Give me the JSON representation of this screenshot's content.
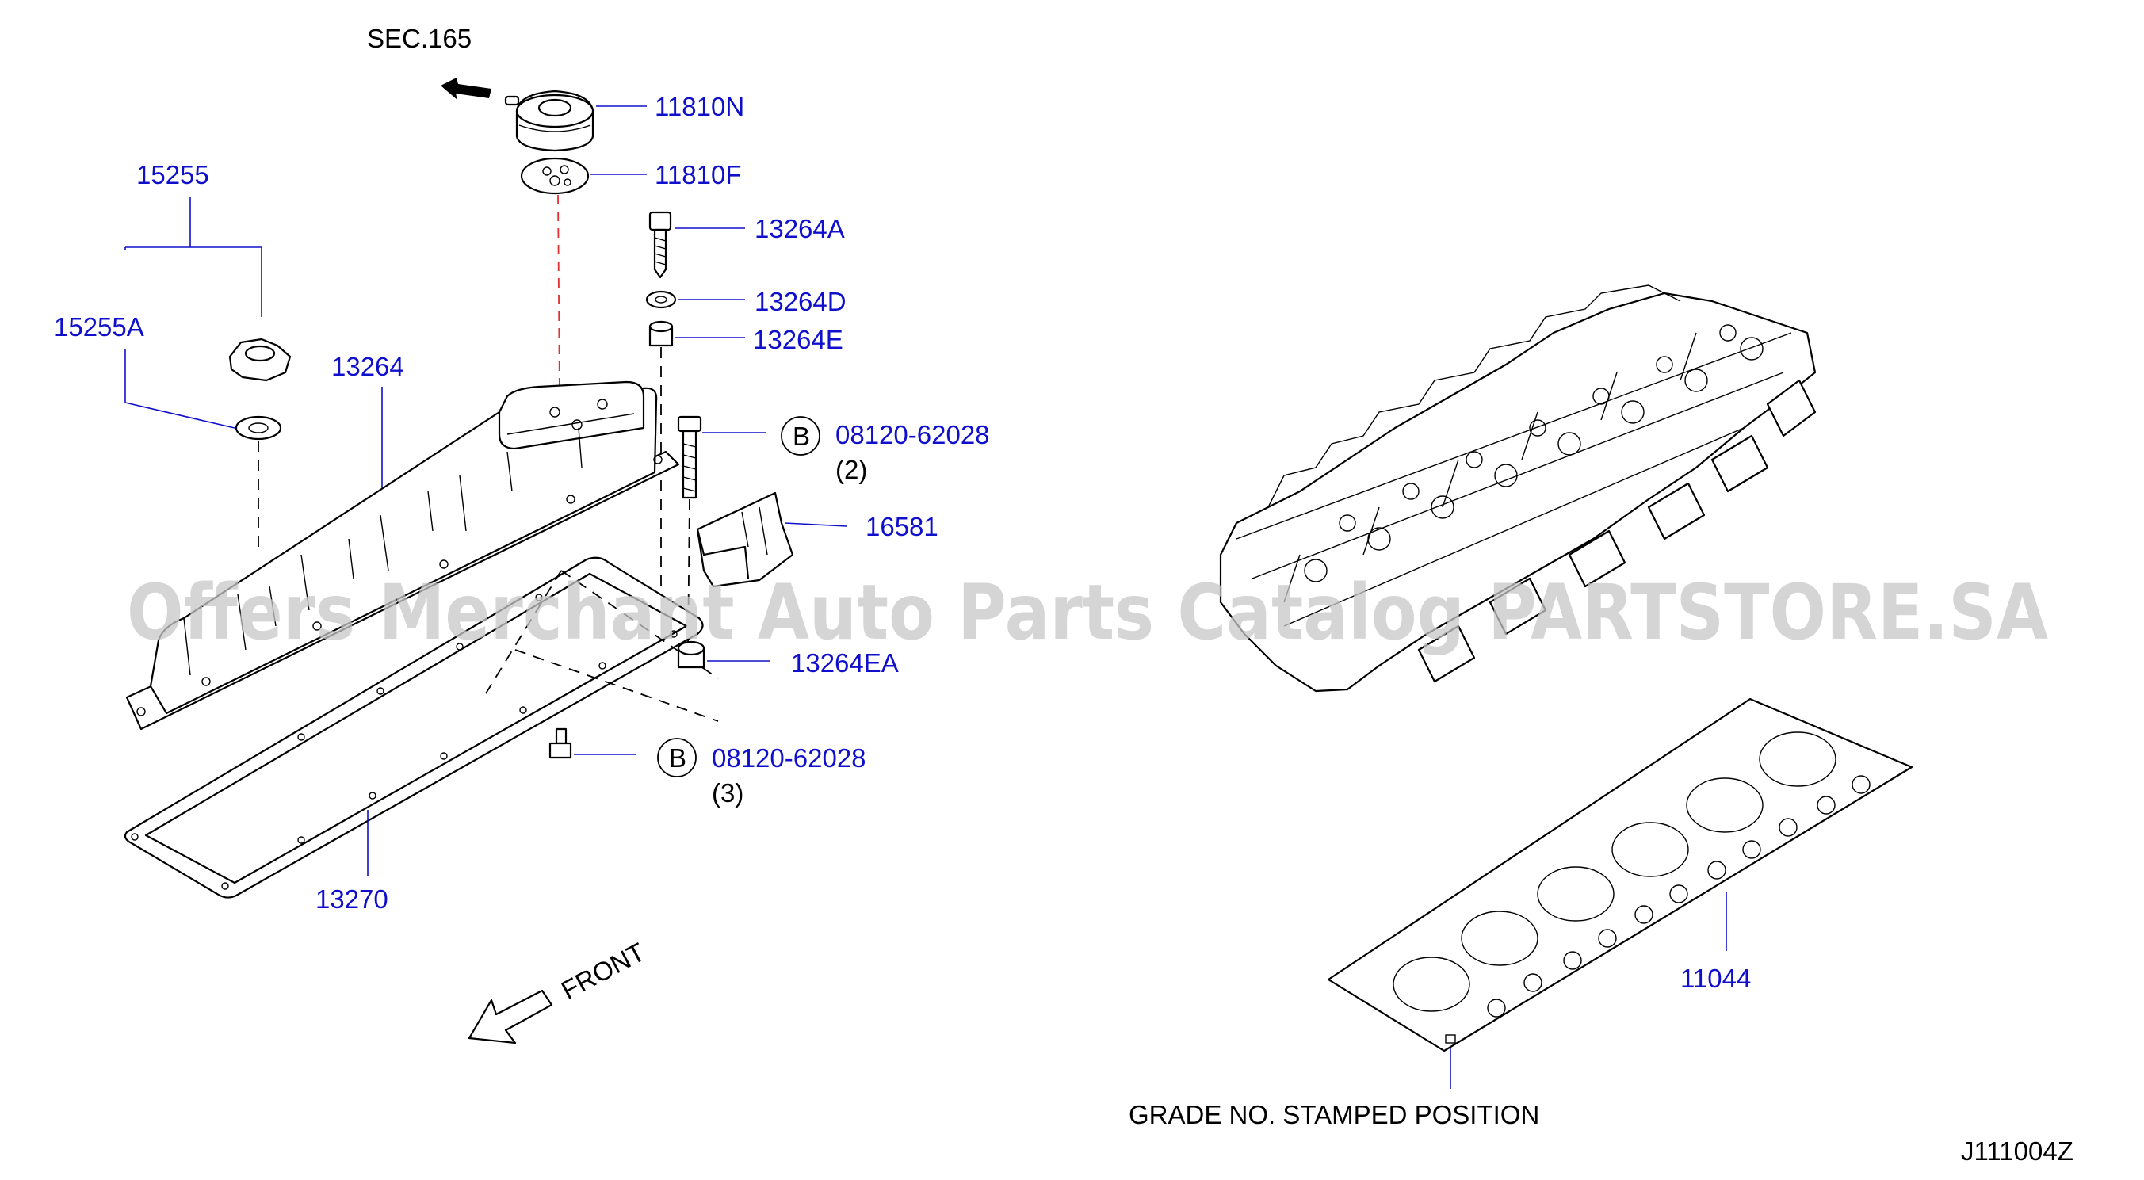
{
  "section_ref": "SEC.165",
  "labels": {
    "p11810N": "11810N",
    "p11810F": "11810F",
    "p13264A": "13264A",
    "p13264D": "13264D",
    "p13264E": "13264E",
    "p15255": "15255",
    "p15255A": "15255A",
    "p13264": "13264",
    "p08120_top": "08120-62028",
    "qty_top": "(2)",
    "p16581": "16581",
    "p13264EA": "13264EA",
    "p08120_bottom": "08120-62028",
    "qty_bottom": "(3)",
    "p13270": "13270",
    "p11044": "11044"
  },
  "callout_letter": "B",
  "front_label": "FRONT",
  "grade_note": "GRADE  NO.  STAMPED  POSITION",
  "diagram_code": "J111004Z",
  "watermark": "Offers Merchant Auto Parts Catalog PARTSTORE.SA",
  "colors": {
    "part_number": "#1010cc",
    "ink": "#000000",
    "hidden_line": "#e03030",
    "watermark": "#c8c8c8"
  }
}
